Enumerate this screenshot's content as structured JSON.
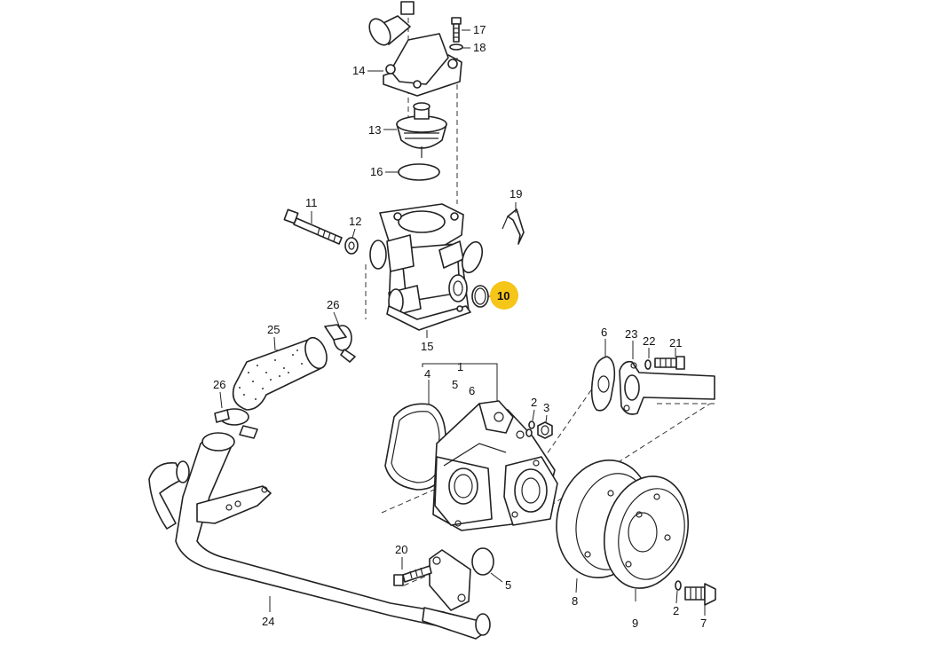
{
  "highlight_color": "#f5c518",
  "highlighted_callout": "10",
  "callouts": {
    "c1": "1",
    "c2a": "2",
    "c2b": "2",
    "c3": "3",
    "c4": "4",
    "c5a": "5",
    "c5b": "5",
    "c6a": "6",
    "c6b": "6",
    "c7": "7",
    "c8": "8",
    "c9": "9",
    "c10": "10",
    "c11": "11",
    "c12": "12",
    "c13": "13",
    "c14": "14",
    "c15": "15",
    "c16": "16",
    "c17": "17",
    "c18": "18",
    "c19": "19",
    "c20": "20",
    "c21": "21",
    "c22": "22",
    "c23": "23",
    "c24": "24",
    "c25": "25",
    "c26a": "26",
    "c26b": "26"
  }
}
